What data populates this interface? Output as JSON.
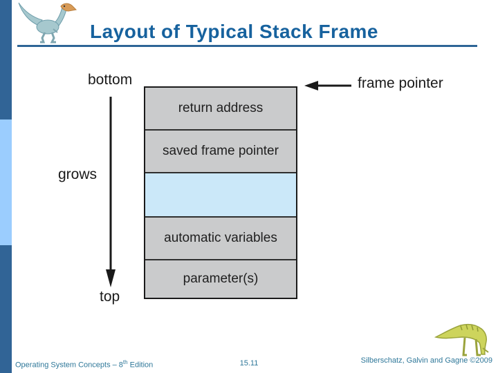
{
  "slide": {
    "title": "Layout of Typical Stack Frame",
    "footer": {
      "book": "Operating System Concepts – 8",
      "edition_sup": "th",
      "edition_rest": " Edition",
      "page": "15.11",
      "credits": "Silberschatz, Galvin and Gagne ©2009"
    }
  },
  "diagram": {
    "bottom_label": "bottom",
    "grows_label": "grows",
    "top_label": "top",
    "frame_pointer_label": "frame pointer",
    "stack_rows": [
      {
        "label": "return address",
        "type": "gray"
      },
      {
        "label": "saved frame pointer",
        "type": "gray"
      },
      {
        "label": "",
        "type": "highlight"
      },
      {
        "label": "automatic variables",
        "type": "gray"
      },
      {
        "label": "parameter(s)",
        "type": "gray"
      }
    ]
  },
  "icons": {
    "header_image": "dinosaur-logo",
    "footer_image": "dinosaur-figure",
    "grows_arrow": "down-arrow",
    "frame_pointer_arrow": "left-arrow"
  },
  "colors": {
    "title_text": "#17629E",
    "title_rule": "#2D6596",
    "sidebar_dark": "#316496",
    "sidebar_light": "#9BCDFE",
    "row_gray": "#CACBCC",
    "row_highlight_blue": "#CBE8F9",
    "diagram_ink": "#1A1A1A",
    "footer_text": "#2E7799"
  }
}
